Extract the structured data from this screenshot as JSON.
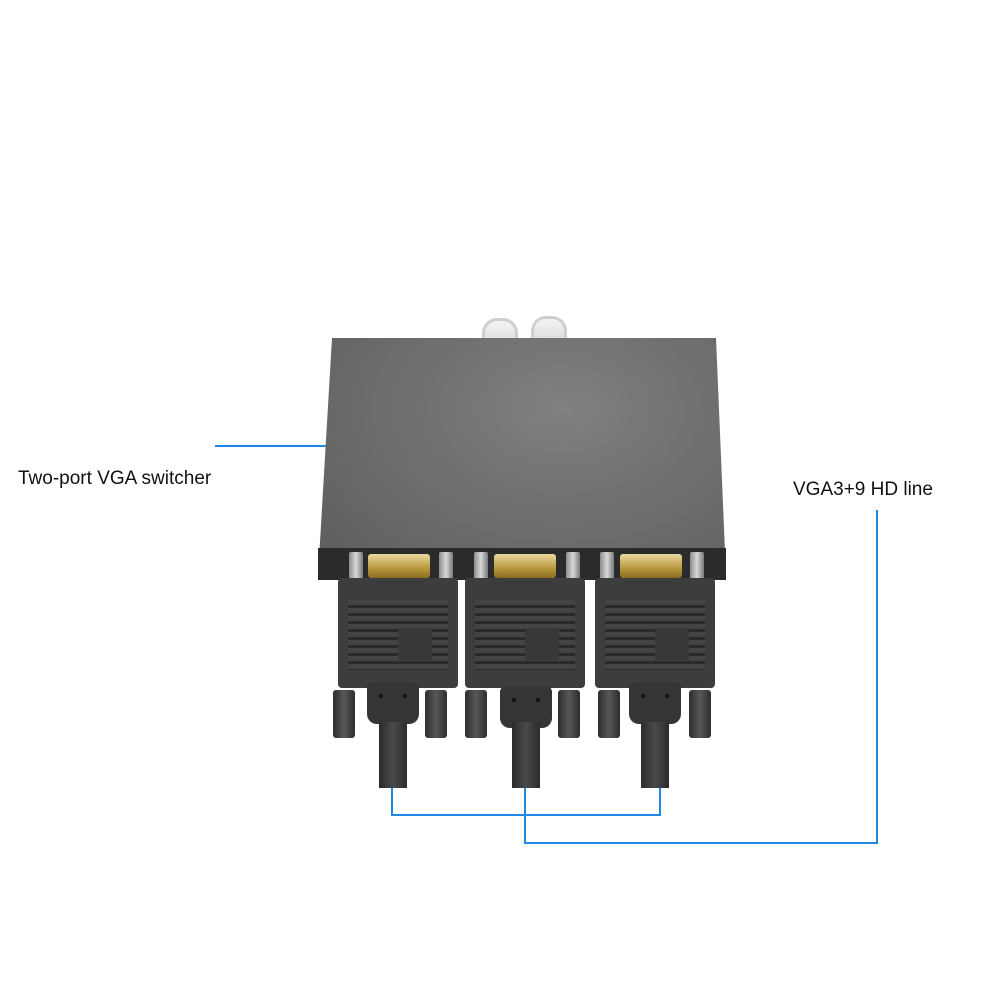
{
  "labels": {
    "left": "Two-port VGA switcher",
    "right": "VGA3+9 HD line"
  },
  "callout_color": "#1e88e5",
  "device": {
    "name": "VGA switcher box",
    "knobs": 2,
    "vga_ports": 3,
    "connected_cables": 3
  }
}
